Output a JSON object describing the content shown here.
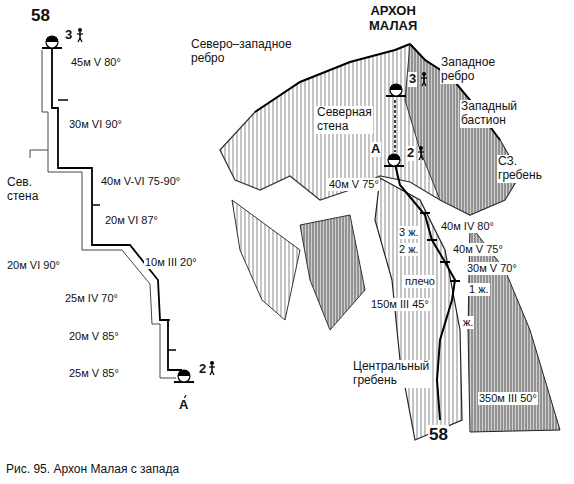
{
  "diagram": {
    "caption": "Рис. 95. Архон Малая с запада",
    "labels": [
      "58",
      "3",
      "45м V 80°",
      "30м VI 90°",
      "40м V-VI 75-90°",
      "Сев. стена",
      "20м VI 87°",
      "20м VI 90°",
      "10м III 20°",
      "25м IV 70°",
      "20м V 85°",
      "25м V 85°",
      "2",
      "А",
      "АРХОН МАЛАЯ",
      "Северо–западное ребро",
      "Западное ребро",
      "3",
      "Западный бастион",
      "Северная стена",
      "А",
      "2",
      "СЗ. гребень",
      "40м V 75°",
      "40м IV 80°",
      "3 ж.",
      "2 ж.",
      "40м V 75°",
      "30м V 70°",
      "плечо",
      "1 ж.",
      "150м III 45°",
      "ж.",
      "Центральный гребень",
      "350м III 50°",
      "58"
    ]
  }
}
